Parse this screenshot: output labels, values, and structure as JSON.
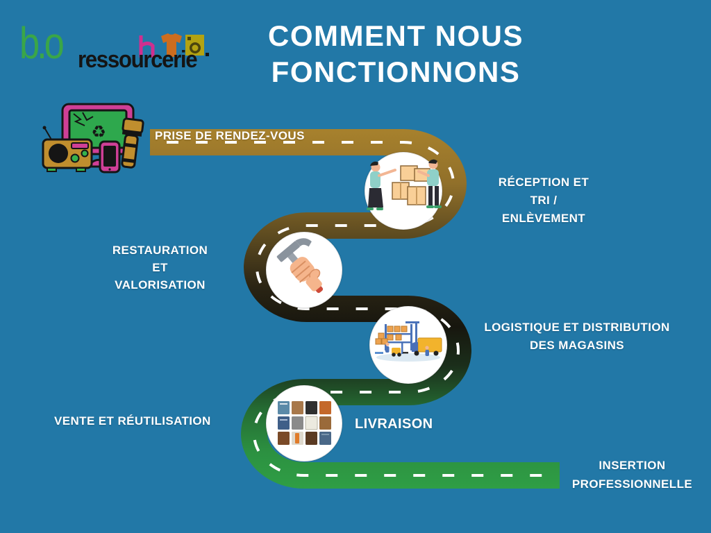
{
  "page": {
    "background_color": "#2278a7"
  },
  "logo": {
    "primary": "b.o",
    "secondary": "ressourcerie",
    "primary_color": "#3aa648",
    "secondary_color": "#141414",
    "icons": [
      "chair-icon",
      "tshirt-icon",
      "washing-machine-icon"
    ]
  },
  "title": {
    "line1": "COMMENT NOUS",
    "line2": "FONCTIONNONS",
    "color": "#ffffff"
  },
  "road": {
    "start_color": "#a7812d",
    "middle_color": "#17160e",
    "end_color": "#2f9e45",
    "dash_color": "#ffffff"
  },
  "steps": [
    {
      "label": "PRISE DE RENDEZ-VOUS"
    },
    {
      "label": "RÉCEPTION ET\nTRI /\nENLÈVEMENT",
      "icon": "box-handling-illustration"
    },
    {
      "label": "RESTAURATION\nET\nVALORISATION",
      "icon": "hammer-repair-illustration"
    },
    {
      "label": "LOGISTIQUE ET DISTRIBUTION\nDES MAGASINS",
      "icon": "warehouse-logistics-illustration"
    },
    {
      "label": "VENTE ET RÉUTILISATION",
      "icon": "secondhand-goods-illustration"
    },
    {
      "label": "LIVRAISON"
    },
    {
      "label": "INSERTION\nPROFESSIONNELLE"
    }
  ]
}
